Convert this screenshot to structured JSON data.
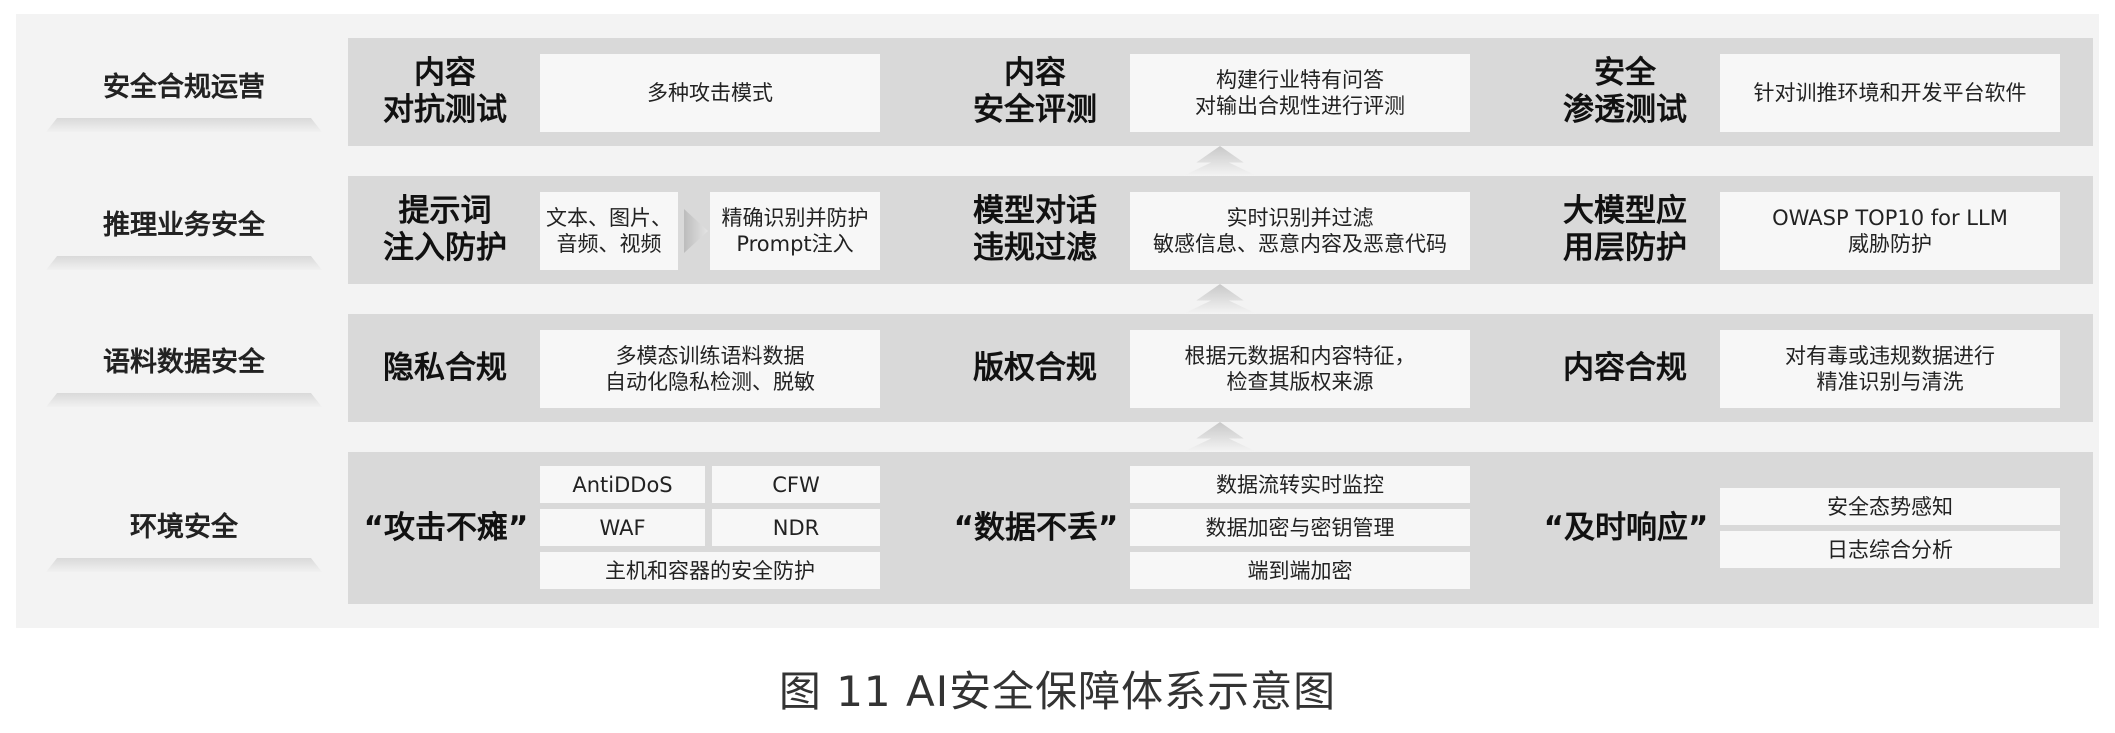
{
  "layers": [
    {
      "label": "安全合规运营",
      "groups": [
        {
          "title": "内容\n对抗测试",
          "items": [
            "多种攻击模式"
          ]
        },
        {
          "title": "内容\n安全评测",
          "items": [
            "构建行业特有问答\n对输出合规性进行评测"
          ]
        },
        {
          "title": "安全\n渗透测试",
          "items": [
            "针对训推环境和开发平台软件"
          ]
        }
      ]
    },
    {
      "label": "推理业务安全",
      "groups": [
        {
          "title": "提示词\n注入防护",
          "items": [
            "文本、图片、\n音频、视频",
            "精确识别并防护\nPrompt注入"
          ]
        },
        {
          "title": "模型对话\n违规过滤",
          "items": [
            "实时识别并过滤\n敏感信息、恶意内容及恶意代码"
          ]
        },
        {
          "title": "大模型应\n用层防护",
          "items": [
            "OWASP TOP10 for LLM\n威胁防护"
          ]
        }
      ]
    },
    {
      "label": "语料数据安全",
      "groups": [
        {
          "title": "隐私合规",
          "items": [
            "多模态训练语料数据\n自动化隐私检测、脱敏"
          ]
        },
        {
          "title": "版权合规",
          "items": [
            "根据元数据和内容特征，\n检查其版权来源"
          ]
        },
        {
          "title": "内容合规",
          "items": [
            "对有毒或违规数据进行\n精准识别与清洗"
          ]
        }
      ]
    },
    {
      "label": "环境安全",
      "groups": [
        {
          "title": "“攻击不瘫”",
          "items": [
            "AntiDDoS",
            "CFW",
            "WAF",
            "NDR",
            "主机和容器的安全防护"
          ]
        },
        {
          "title": "“数据不丢”",
          "items": [
            "数据流转实时监控",
            "数据加密与密钥管理",
            "端到端加密"
          ]
        },
        {
          "title": "“及时响应”",
          "items": [
            "安全态势感知",
            "日志综合分析"
          ]
        }
      ]
    }
  ],
  "icons": {
    "layer_arrow": "up-arrow-icon",
    "flow_arrow": "chevron-right-icon"
  },
  "colors": {
    "panel": "#f3f3f3",
    "row": "#d9d9d9",
    "box": "#f7f7f7"
  },
  "caption": "图 11 AI安全保障体系示意图"
}
